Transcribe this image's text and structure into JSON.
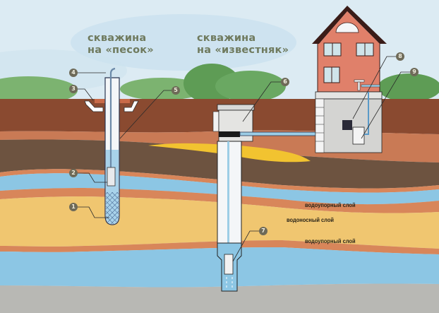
{
  "titles": {
    "sand_well": {
      "line1": "скважина",
      "line2": "на «песок»"
    },
    "limestone_well": {
      "line1": "скважина",
      "line2": "на «известняк»"
    }
  },
  "layer_labels": {
    "impermeable_top": "водоупорный слой",
    "aquifer": "водоносный слой",
    "impermeable_bottom": "водоупорный слой"
  },
  "callouts": [
    {
      "n": "1",
      "target": "well filter (mesh)"
    },
    {
      "n": "2",
      "target": "submersible pump (sand well)"
    },
    {
      "n": "3",
      "target": "clay collar / blind area"
    },
    {
      "n": "4",
      "target": "outlet pipe"
    },
    {
      "n": "5",
      "target": "casing pipe"
    },
    {
      "n": "6",
      "target": "caisson"
    },
    {
      "n": "7",
      "target": "submersible pump (limestone well)"
    },
    {
      "n": "8",
      "target": "hydraulic accumulator"
    },
    {
      "n": "9",
      "target": "filter"
    }
  ],
  "colors": {
    "sky": "#dcebf3",
    "trees": "#5e9c55",
    "topsoil": "#8a4a30",
    "clay": "#c97a55",
    "dark_loam": "#6d5340",
    "sand_yellow": "#f2c330",
    "water": "#8cc6e4",
    "aquifer_sand": "#f0c670",
    "orange_band": "#d8865a",
    "bedrock": "#b8b8b4",
    "house_wall": "#e0806a",
    "roof": "#3a1c18",
    "callout_bg": "#6e6a58",
    "title_text": "#6f7a5e"
  }
}
